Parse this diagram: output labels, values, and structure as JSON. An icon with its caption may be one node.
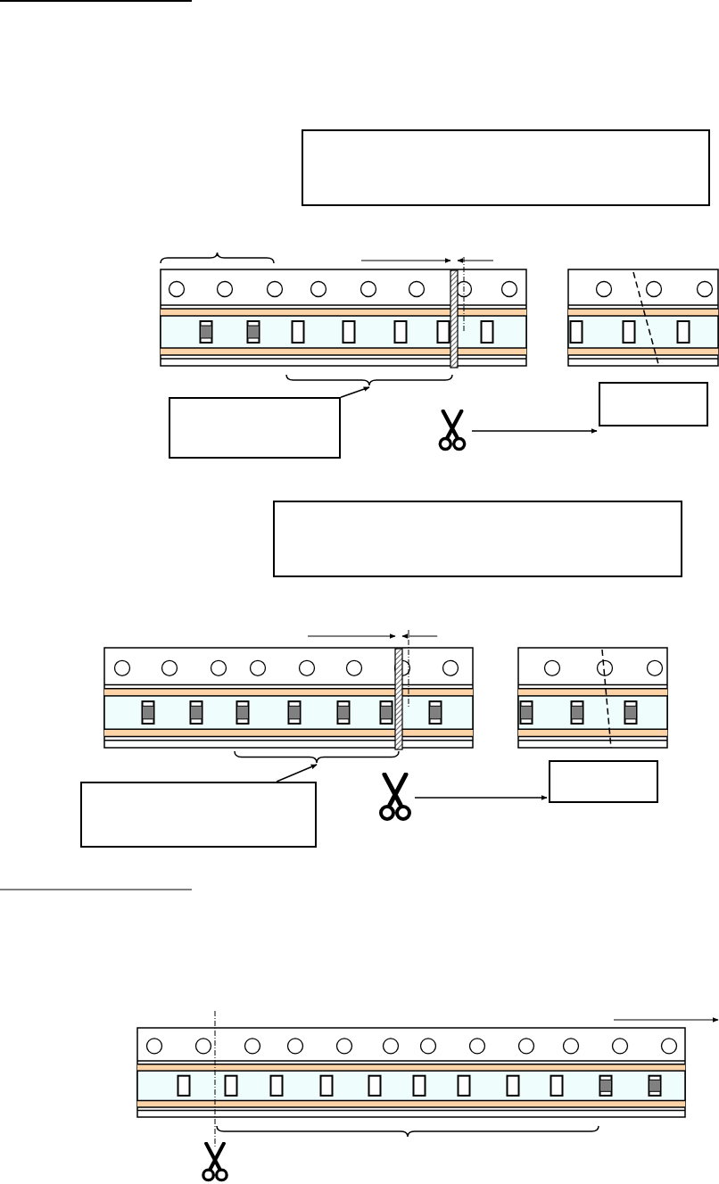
{
  "diagram": {
    "nodes": [
      {
        "text": [],
        "shape": "box"
      },
      {
        "text": [],
        "shape": "brace"
      },
      {
        "text": [],
        "shape": "box"
      },
      {
        "text": [],
        "shape": "scissors"
      },
      {
        "text": [],
        "shape": "box"
      },
      {
        "text": [],
        "shape": "box"
      },
      {
        "text": [],
        "shape": "brace"
      },
      {
        "text": [],
        "shape": "box"
      },
      {
        "text": [],
        "shape": "scissors"
      },
      {
        "text": [],
        "shape": "box"
      }
    ],
    "edges": [
      {
        "from": 2,
        "to": 1,
        "arrow": "to"
      },
      {
        "from": 3,
        "to": 4,
        "arrow": "to"
      },
      {
        "from": 7,
        "to": 6,
        "arrow": "to"
      },
      {
        "from": 8,
        "to": 9,
        "arrow": "to"
      }
    ]
  }
}
